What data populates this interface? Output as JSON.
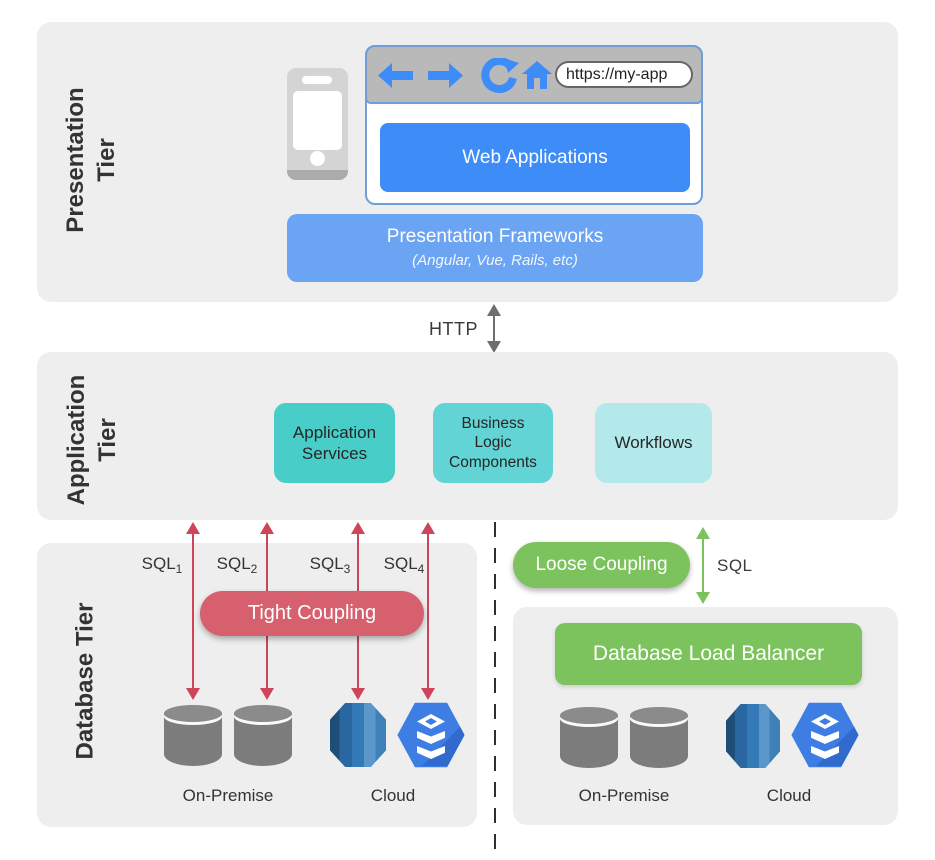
{
  "tiers": {
    "presentation": {
      "label": "Presentation\nTier"
    },
    "application": {
      "label": "Application\nTier"
    },
    "database": {
      "label": "Database Tier"
    }
  },
  "browser": {
    "url": "https://my-app",
    "toolbar_icons": [
      "back-arrow",
      "forward-arrow",
      "refresh",
      "home"
    ],
    "web_applications_label": "Web Applications"
  },
  "presentation_tier": {
    "frameworks_title": "Presentation Frameworks",
    "frameworks_subtitle": "(Angular, Vue, Rails, etc)",
    "device_icon": "smartphone"
  },
  "connectors": {
    "http_label": "HTTP",
    "sql_left_labels": [
      {
        "base": "SQL",
        "sub": "1"
      },
      {
        "base": "SQL",
        "sub": "2"
      },
      {
        "base": "SQL",
        "sub": "3"
      },
      {
        "base": "SQL",
        "sub": "4"
      }
    ],
    "sql_right_label": "SQL"
  },
  "application_tier": {
    "boxes": [
      {
        "label": "Application Services"
      },
      {
        "label": "Business Logic Components"
      },
      {
        "label": "Workflows"
      }
    ]
  },
  "database_tier": {
    "tight_coupling_label": "Tight Coupling",
    "loose_coupling_label": "Loose Coupling",
    "load_balancer_label": "Database Load Balancer",
    "left_group": {
      "onprem_label": "On-Premise",
      "cloud_label": "Cloud"
    },
    "right_group": {
      "onprem_label": "On-Premise",
      "cloud_label": "Cloud"
    }
  },
  "colors": {
    "panel_bg": "#eeeeee",
    "primary_blue": "#3e8cf7",
    "light_blue": "#6ba4f2",
    "browser_border": "#6f9fd8",
    "toolbar_gray": "#b9b9b9",
    "teal_dark": "#48cdc9",
    "teal_mid": "#63d4d5",
    "teal_light": "#b3e9eb",
    "red_box": "#d6606e",
    "red_arrow": "#cc4558",
    "green": "#7cc35e",
    "gray_arrow": "#6e6e6e",
    "text_dark": "#333333"
  }
}
